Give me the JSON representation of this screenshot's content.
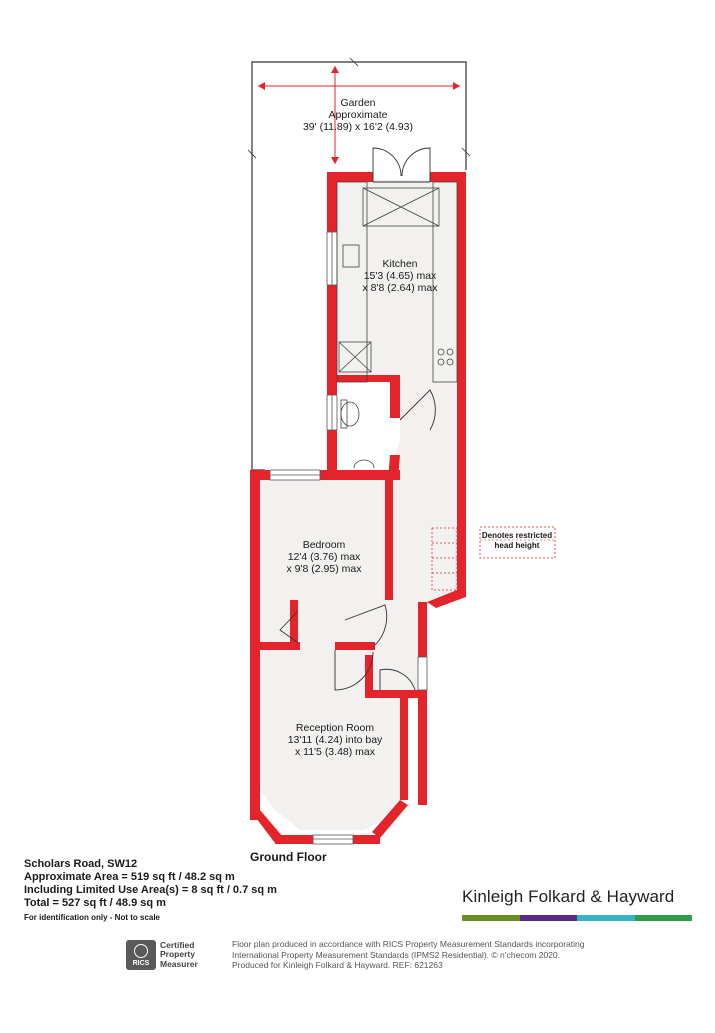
{
  "rooms": {
    "garden": {
      "name": "Garden",
      "line1": "Approximate",
      "line2": "39' (11.89) x 16'2 (4.93)"
    },
    "kitchen": {
      "name": "Kitchen",
      "line1": "15'3 (4.65) max",
      "line2": "x 8'8 (2.64) max"
    },
    "bedroom": {
      "name": "Bedroom",
      "line1": "12'4 (3.76) max",
      "line2": "x 9'8 (2.95) max"
    },
    "reception": {
      "name": "Reception Room",
      "line1": "13'11 (4.24) into bay",
      "line2": "x 11'5 (3.48) max"
    }
  },
  "legend": {
    "line1": "Denotes restricted",
    "line2": "head height"
  },
  "floor_label": "Ground Floor",
  "info": {
    "address": "Scholars Road, SW12",
    "area": "Approximate Area = 519 sq ft / 48.2 sq m",
    "limited": "Including Limited Use Area(s) = 8 sq ft / 0.7 sq m",
    "total": "Total = 527 sq ft / 48.9 sq m",
    "note": "For identification only - Not to scale"
  },
  "brand": {
    "name": "Kinleigh Folkard & Hayward",
    "colors": [
      "#6b8e23",
      "#5b2a86",
      "#36b3c6",
      "#2e9e46"
    ]
  },
  "rics": {
    "badge": "RICS",
    "line1": "Certified",
    "line2": "Property",
    "line3": "Measurer"
  },
  "disclaimer": {
    "line1": "Floor plan produced in accordance with RICS Property Measurement Standards incorporating",
    "line2": "International Property Measurement Standards (IPMS2 Residential).  © n’checom 2020.",
    "line3": "Produced for Kinleigh Folkard & Hayward.   REF: 621263"
  },
  "colors": {
    "wall": "#e3242b",
    "floor": "#f2f1ef",
    "line": "#333333"
  }
}
